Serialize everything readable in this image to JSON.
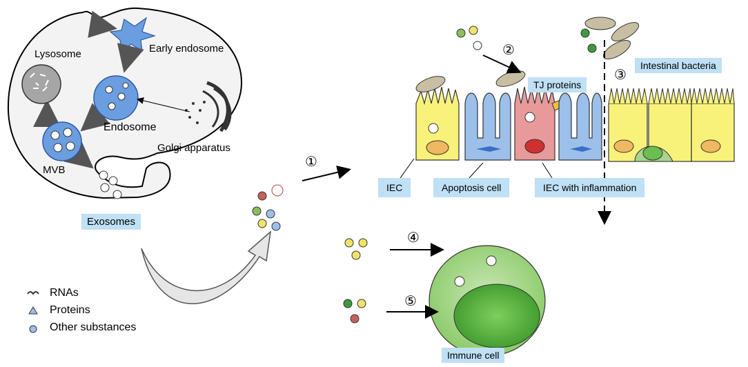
{
  "labels": {
    "early_endosome": "Early endosome",
    "lysosome": "Lysosome",
    "endosome": "Endosome",
    "golgi": "Golgi apparatus",
    "mvb": "MVB",
    "exosomes": "Exosomes",
    "tj_proteins": "TJ proteins",
    "intestinal_bacteria": "Intestinal  bacteria",
    "iec": "IEC",
    "apoptosis_cell": "Apoptosis  cell",
    "iec_inflammation": "IEC with inflammation",
    "immune_cell": "Immune cell"
  },
  "steps": [
    "①",
    "②",
    "③",
    "④",
    "⑤"
  ],
  "legend": [
    {
      "icon": "rna-icon",
      "label": "RNAs"
    },
    {
      "icon": "protein-icon",
      "label": "Proteins"
    },
    {
      "icon": "other-substance-icon",
      "label": "Other substances"
    }
  ],
  "colors": {
    "endosome_blue": "#6a9ee0",
    "lysosome_gray": "#a6a6a6",
    "iec_yellow": "#f8f27a",
    "apoptosis_blue": "#9cc0ea",
    "inflamed_pink": "#e89a9a",
    "immune_green": "#a8d48e",
    "nucleus_green": "#6cbf4e",
    "bacteria_tan": "#c8bfa2",
    "label_box": "#bfe0f5"
  }
}
